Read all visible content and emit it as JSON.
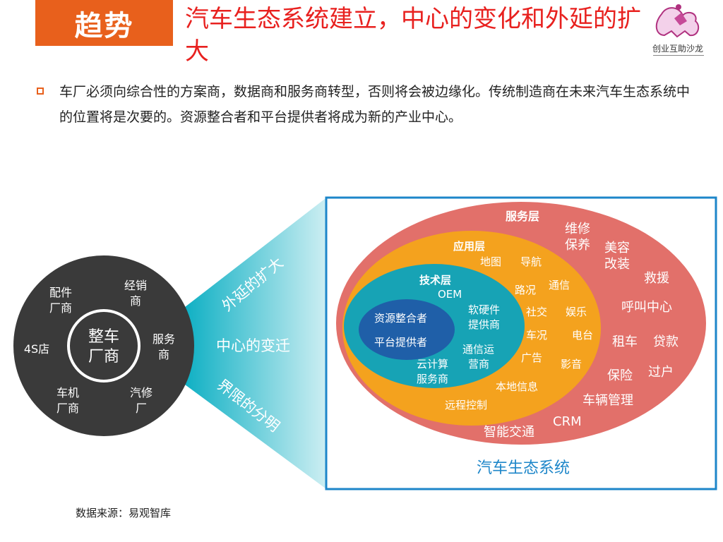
{
  "header": {
    "tag": "趋势",
    "title": "汽车生态系统建立，中心的变化和外延的扩大",
    "logo_text": "创业互助沙龙"
  },
  "body": {
    "text": "车厂必须向综合性的方案商，数据商和服务商转型，否则将会被边缘化。传统制造商在未来汽车生态系统中的位置将是次要的。资源整合者和平台提供者将成为新的产业中心。"
  },
  "left_circle": {
    "center": [
      "整车",
      "厂商"
    ],
    "items": [
      {
        "lines": [
          "配件",
          "厂商"
        ]
      },
      {
        "lines": [
          "经销",
          "商"
        ]
      },
      {
        "lines": [
          "服务",
          "商"
        ]
      },
      {
        "lines": [
          "汽修",
          "厂"
        ]
      },
      {
        "lines": [
          "车机",
          "厂商"
        ]
      },
      {
        "lines": [
          "4S店"
        ]
      }
    ]
  },
  "transitions": [
    "外延的扩大",
    "中心的变迁",
    "界限的分明"
  ],
  "ecosystem": {
    "caption": "汽车生态系统",
    "service_layer": {
      "label": "服务层",
      "items": [
        "维修保养",
        "美容改装",
        "救援",
        "呼叫中心",
        "租车",
        "贷款",
        "保险",
        "过户",
        "车辆管理",
        "CRM",
        "智能交通"
      ]
    },
    "application_layer": {
      "label": "应用层",
      "items": [
        "地图",
        "导航",
        "路况",
        "通信",
        "社交",
        "娱乐",
        "车况",
        "电台",
        "广告",
        "影音",
        "本地信息",
        "远程控制"
      ]
    },
    "tech_layer": {
      "label": "技术层",
      "items": [
        "OEM",
        "软硬件提供商",
        "通信运营商",
        "云计算服务商"
      ]
    },
    "core": {
      "items": [
        "资源整合者",
        "平台提供者"
      ]
    }
  },
  "source": "数据来源：易观智库",
  "colors": {
    "accent": "#e8601c",
    "title": "#e8211f",
    "dark_circle": "#3a3a3a",
    "teal": "#1fb7c8",
    "service": "#e2706a",
    "application": "#f4a21e",
    "tech": "#17a3b5",
    "core": "#1f5fa8",
    "frame": "#1d86c9"
  }
}
